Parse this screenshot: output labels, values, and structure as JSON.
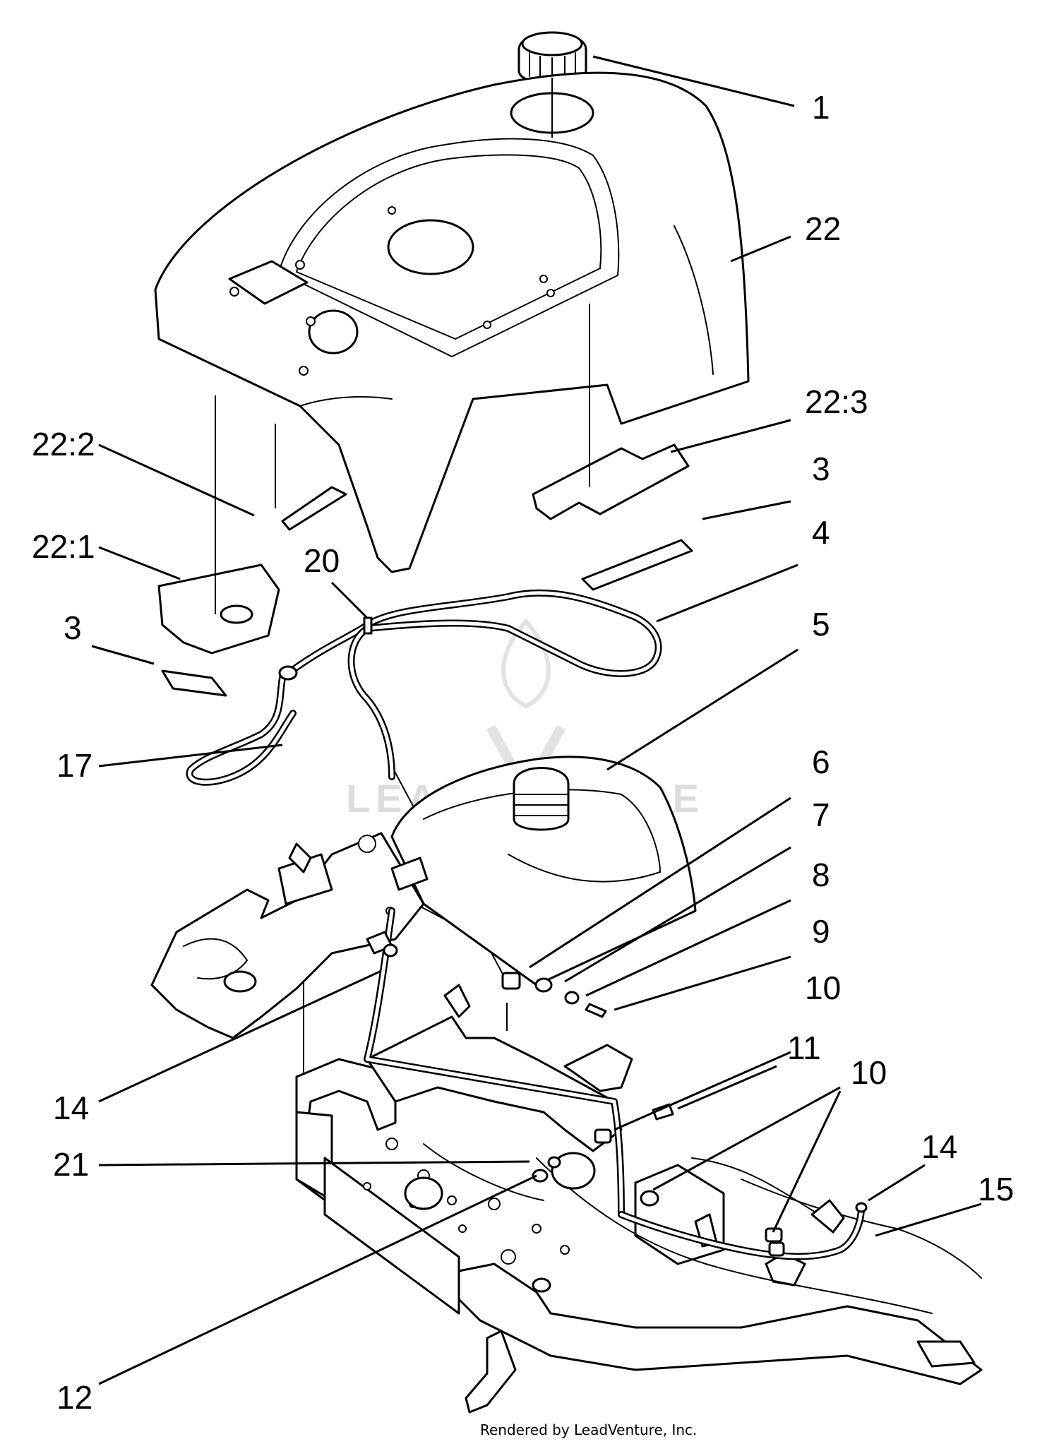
{
  "watermark": "LEADVENTURE",
  "credit": "Rendered by LeadVenture, Inc.",
  "callouts": [
    {
      "id": "c-1",
      "label": "1"
    },
    {
      "id": "c-22",
      "label": "22"
    },
    {
      "id": "c-22-3",
      "label": "22:3"
    },
    {
      "id": "c-22-2",
      "label": "22:2"
    },
    {
      "id": "c-3-right",
      "label": "3"
    },
    {
      "id": "c-4",
      "label": "4"
    },
    {
      "id": "c-22-1",
      "label": "22:1"
    },
    {
      "id": "c-20",
      "label": "20"
    },
    {
      "id": "c-5",
      "label": "5"
    },
    {
      "id": "c-3-left",
      "label": "3"
    },
    {
      "id": "c-17",
      "label": "17"
    },
    {
      "id": "c-6",
      "label": "6"
    },
    {
      "id": "c-7",
      "label": "7"
    },
    {
      "id": "c-8",
      "label": "8"
    },
    {
      "id": "c-9",
      "label": "9"
    },
    {
      "id": "c-10-top",
      "label": "10"
    },
    {
      "id": "c-14-left",
      "label": "14"
    },
    {
      "id": "c-11",
      "label": "11"
    },
    {
      "id": "c-10-right",
      "label": "10"
    },
    {
      "id": "c-21",
      "label": "21"
    },
    {
      "id": "c-14-right",
      "label": "14"
    },
    {
      "id": "c-15",
      "label": "15"
    },
    {
      "id": "c-12",
      "label": "12"
    }
  ]
}
